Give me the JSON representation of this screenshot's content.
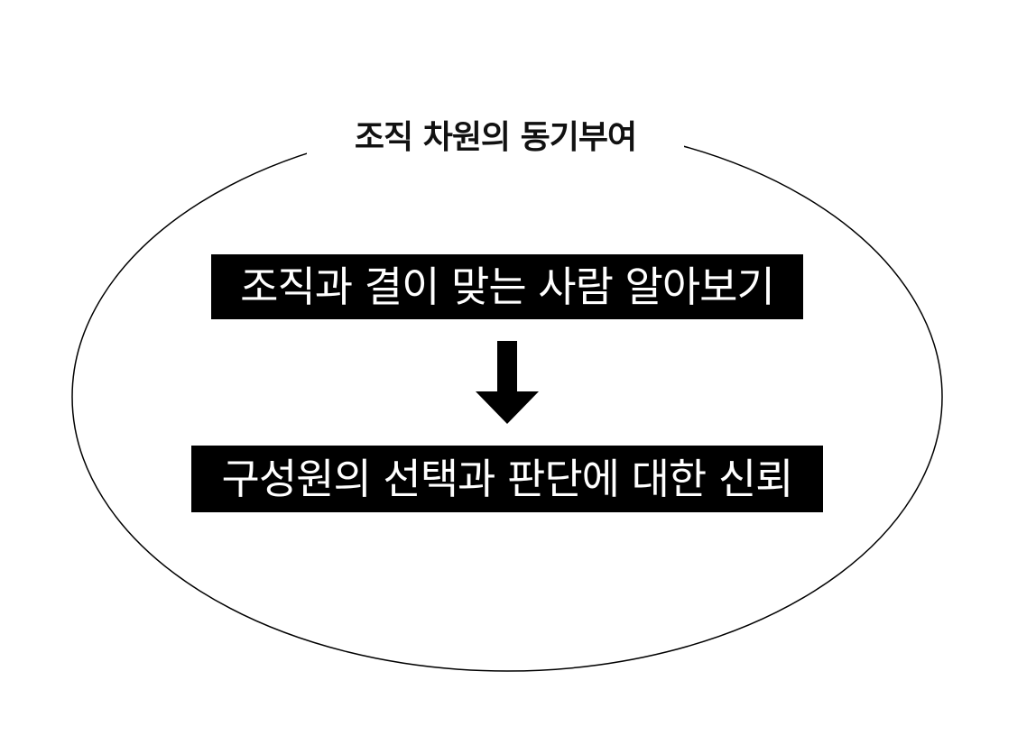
{
  "diagram": {
    "title": "조직 차원의 동기부여",
    "top_box": "조직과 결이 맞는 사람 알아보기",
    "bottom_box": "구성원의 선택과 판단에 대한 신뢰",
    "arrow_icon": "down-arrow-icon",
    "colors": {
      "box_fill": "#000000",
      "box_text": "#ffffff",
      "outline": "#000000",
      "background": "#ffffff"
    }
  }
}
